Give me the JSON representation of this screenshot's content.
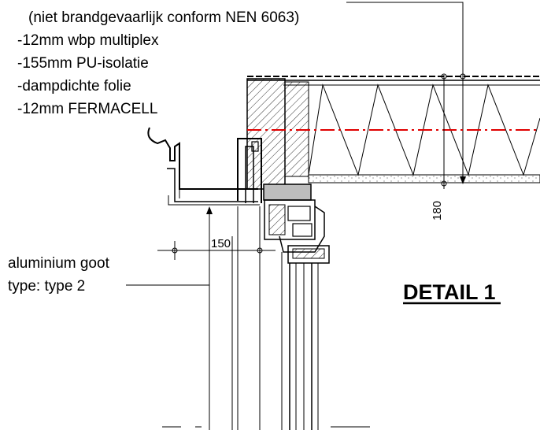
{
  "spec_lines": [
    "(niet brandgevaarlijk conform NEN 6063)",
    "-12mm wbp multiplex",
    "-155mm PU-isolatie",
    "-dampdichte folie",
    "-12mm FERMACELL"
  ],
  "gutter_label": {
    "line1": "aluminium goot",
    "line2": "type: type 2"
  },
  "dimensions": {
    "horizontal": "150",
    "vertical": "180"
  },
  "title": "DETAIL 1",
  "colors": {
    "ink": "#000000",
    "centerline": "#e00000",
    "concrete_fill": "#bdbdbd"
  }
}
